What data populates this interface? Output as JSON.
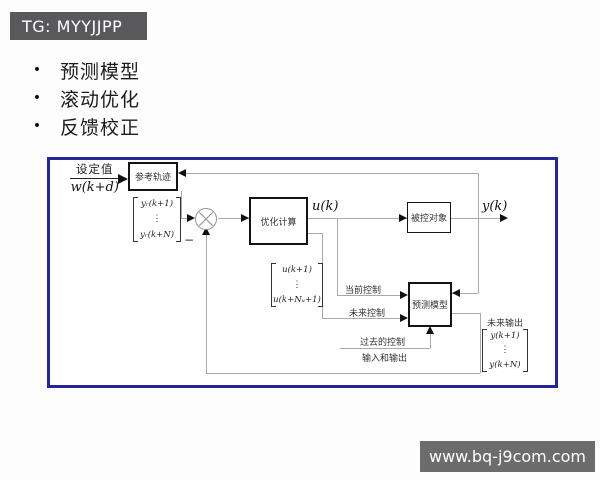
{
  "badge": {
    "label": "TG: MYYJJPP"
  },
  "bullet_glyph": "•",
  "bullets": [
    "预测模型",
    "滚动优化",
    "反馈校正"
  ],
  "diagram": {
    "setpoint_label": "设定值",
    "setpoint_signal": "w(k+d)",
    "blocks": {
      "reference": "参考轨迹",
      "optimization": "优化计算",
      "plant": "被控对象",
      "prediction": "预测模型"
    },
    "signals": {
      "u": "u(k)",
      "y": "y(k)",
      "minus": "−",
      "current_control": "当前控制",
      "future_control": "未来控制",
      "past_control_line1": "过去的控制",
      "past_control_line2": "输入和输出",
      "future_output": "未来输出"
    },
    "vectors": {
      "reference": {
        "top": "yᵣ(k+1)",
        "dots": "⋮",
        "bottom": "yᵣ(k+N)"
      },
      "control": {
        "top": "u(k+1)",
        "dots": "⋮",
        "bottom": "u(k+Nᵤ+1)"
      },
      "output": {
        "top": "y(k+1)",
        "dots": "⋮",
        "bottom": "y(k+N)"
      }
    }
  },
  "watermark": {
    "url_text": "www.bq-j9com.com"
  },
  "colors": {
    "frame_border": "#24249b",
    "badge_bg": "#59595b",
    "watermark_bg": "#6c6c6c",
    "connector": "#a8a8af"
  }
}
